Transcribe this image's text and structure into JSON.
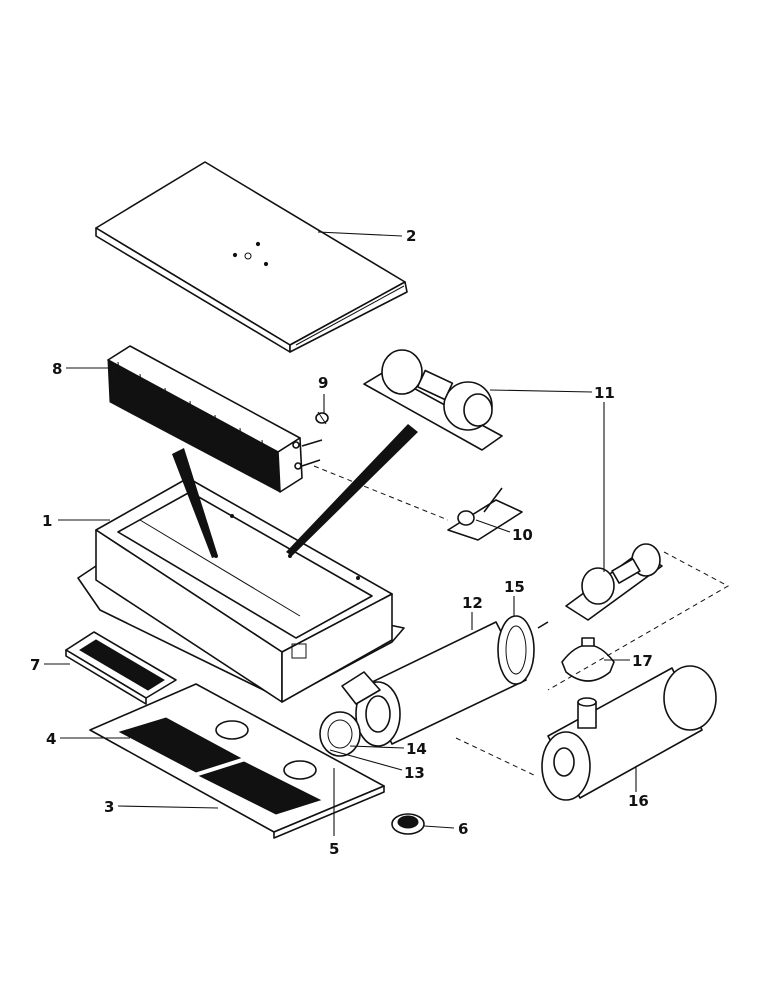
{
  "callouts": [
    {
      "id": "1",
      "text": "1"
    },
    {
      "id": "2",
      "text": "2"
    },
    {
      "id": "3",
      "text": "3"
    },
    {
      "id": "4",
      "text": "4"
    },
    {
      "id": "5",
      "text": "5"
    },
    {
      "id": "6",
      "text": "6"
    },
    {
      "id": "7",
      "text": "7"
    },
    {
      "id": "8",
      "text": "8"
    },
    {
      "id": "9",
      "text": "9"
    },
    {
      "id": "10",
      "text": "10"
    },
    {
      "id": "11a",
      "text": "11"
    },
    {
      "id": "11b",
      "text": "11"
    },
    {
      "id": "12",
      "text": "12"
    },
    {
      "id": "13",
      "text": "13"
    },
    {
      "id": "14",
      "text": "14"
    },
    {
      "id": "15",
      "text": "15"
    },
    {
      "id": "16",
      "text": "16"
    },
    {
      "id": "17",
      "text": "17"
    }
  ]
}
